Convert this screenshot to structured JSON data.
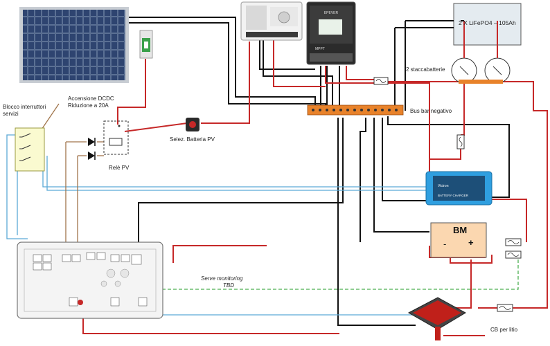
{
  "labels": {
    "battery_bank": "2 X LiFePO4 – 105Ah",
    "disconnects": "2 staccabatterie",
    "negative_bus": "Bus bar negativo",
    "dcdc_ignition_line1": "Accensione DCDC",
    "dcdc_ignition_line2": "Riduzione a 20A",
    "breaker_block_line1": "Blocco interruttori",
    "breaker_block_line2": "servizi",
    "relay": "Relè PV",
    "pv_selector": "Selez. Batteria PV",
    "monitoring_line1": "Serve monitoring",
    "monitoring_line2": "TBD",
    "charger_label": "CB per litio",
    "monitor_box": "BM",
    "minus_sign": "-",
    "plus_sign": "+",
    "dcdc_brand": "Victron",
    "dcdc_text": "BATTERY CHARGER",
    "mppt_brand": "EPEVER",
    "mppt_model": "MPPT"
  },
  "colors": {
    "positive_wire": "#c62828",
    "negative_wire": "#111111",
    "signal_wire_blue": "#5aa9d6",
    "signal_wire_brown": "#a0744a",
    "monitor_wire_green": "#4caf50",
    "bus_bar": "#e8822a",
    "monitor_box": "#fbd7b0",
    "dcdc_body": "#2f9fe0"
  }
}
